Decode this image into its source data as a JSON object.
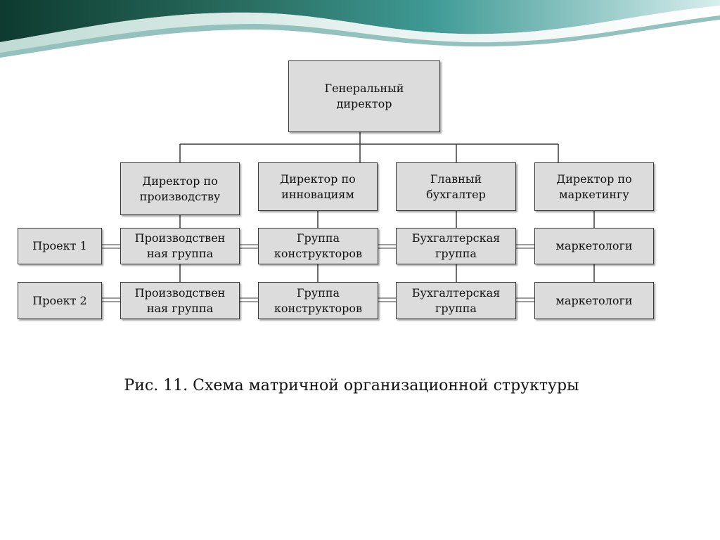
{
  "diagram": {
    "top": "Генеральный\nдиректор",
    "directors": [
      "Директор по\nпроизводству",
      "Директор по\nинновациям",
      "Главный\nбухгалтер",
      "Директор по\nмаркетингу"
    ],
    "projects": [
      "Проект 1",
      "Проект 2"
    ],
    "row1": [
      "Производствен\nная группа",
      "Группа\nконструкторов",
      "Бухгалтерская\nгруппа",
      "маркетологи"
    ],
    "row2": [
      "Производствен\nная группа",
      "Группа\nконструкторов",
      "Бухгалтерская\nгруппа",
      "маркетологи"
    ]
  },
  "caption": "Рис. 11. Схема матричной организационной структуры",
  "colors": {
    "box_fill": "#dcdcdc",
    "box_border": "#3a3a3a",
    "wave_dark": "#0f3b34",
    "wave_teal": "#2f8a84"
  }
}
